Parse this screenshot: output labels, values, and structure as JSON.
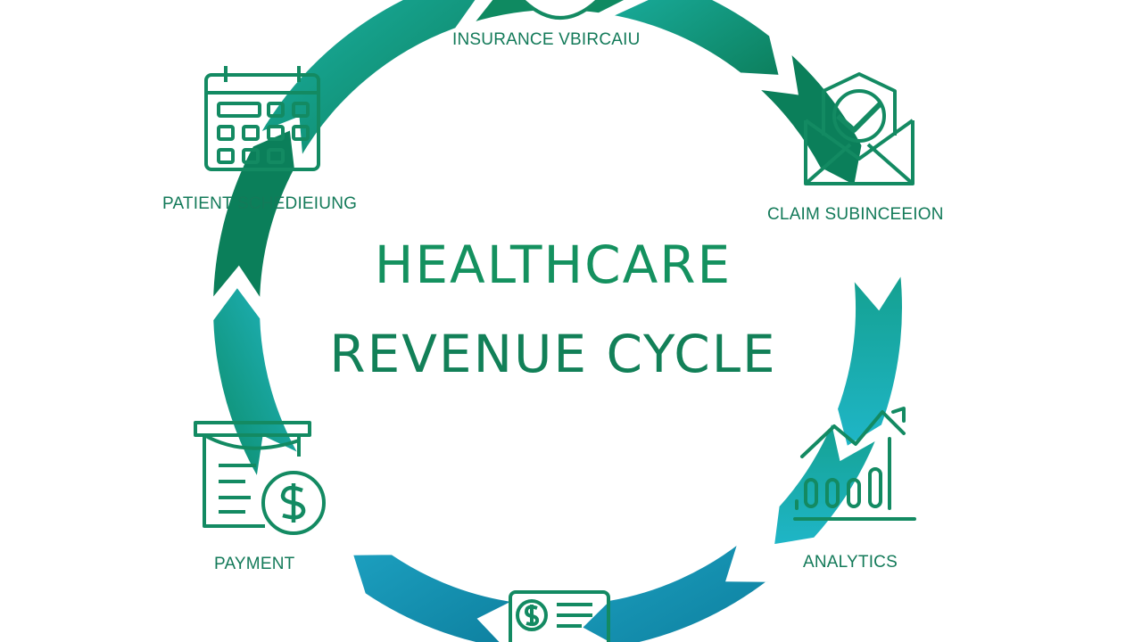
{
  "diagram": {
    "title_line1": "HEALTHCARE",
    "title_line2": "REVENUE CYCLE",
    "steps": [
      {
        "label": "INSURANCE VBIRCAIU",
        "icon": "circle-icon"
      },
      {
        "label": "CLAIM SUBINCEEION",
        "icon": "envelope-check-icon"
      },
      {
        "label": "ANALYTICS",
        "icon": "bar-chart-icon"
      },
      {
        "label": "",
        "icon": "dollar-document-icon"
      },
      {
        "label": "PAYMENT",
        "icon": "invoice-dollar-icon"
      },
      {
        "label": "PATIENT SCHEDIEIUNG",
        "icon": "calendar-icon"
      }
    ]
  },
  "colors": {
    "dark_green": "#0b7f5a",
    "green": "#14915f",
    "teal": "#1aa6a6",
    "cyan": "#21b4c8",
    "icon_stroke": "#138a62",
    "background": "#ffffff"
  }
}
